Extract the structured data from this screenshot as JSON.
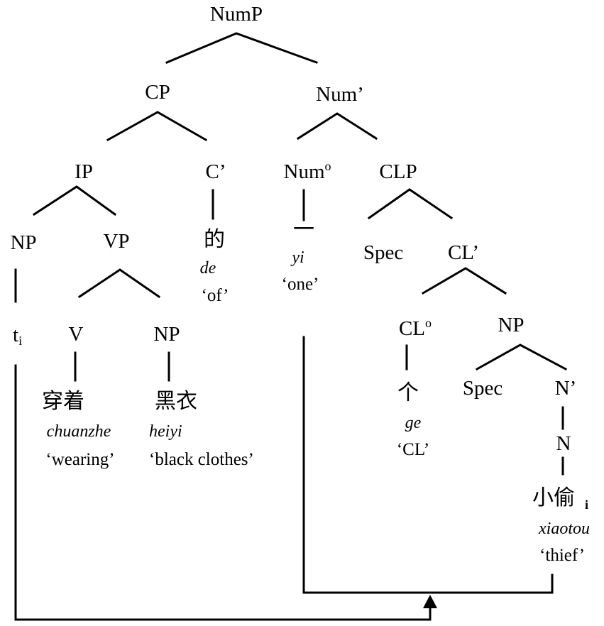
{
  "nodes": {
    "nump": "NumP",
    "cp": "CP",
    "numbar": "Num’",
    "ip": "IP",
    "cbar": "C’",
    "num0": "Num",
    "num0_sup": "o",
    "clp": "CLP",
    "np_subj": "NP",
    "vp": "VP",
    "spec_clp": "Spec",
    "clbar": "CL’",
    "t_trace": "t",
    "t_sub": "i",
    "v": "V",
    "np_obj": "NP",
    "cl0": "CL",
    "cl0_sup": "o",
    "np_head": "NP",
    "spec_np": "Spec",
    "nbar": "N’",
    "n": "N"
  },
  "words": {
    "de": {
      "hanzi": "的",
      "pinyin": "de",
      "gloss": "‘of’"
    },
    "yi": {
      "hanzi": "一",
      "pinyin": "yi",
      "gloss": "‘one’"
    },
    "chuanzhe": {
      "hanzi": "穿着",
      "pinyin": "chuanzhe",
      "gloss": "‘wearing’"
    },
    "heiyi": {
      "hanzi": "黑衣",
      "pinyin": "heiyi",
      "gloss": "‘black clothes’"
    },
    "ge": {
      "hanzi": "个",
      "pinyin": "ge",
      "gloss": "‘CL’"
    },
    "xiaotou": {
      "hanzi": "小偷",
      "subscript": "i",
      "pinyin": "xiaotou",
      "gloss": "‘thief’"
    }
  }
}
